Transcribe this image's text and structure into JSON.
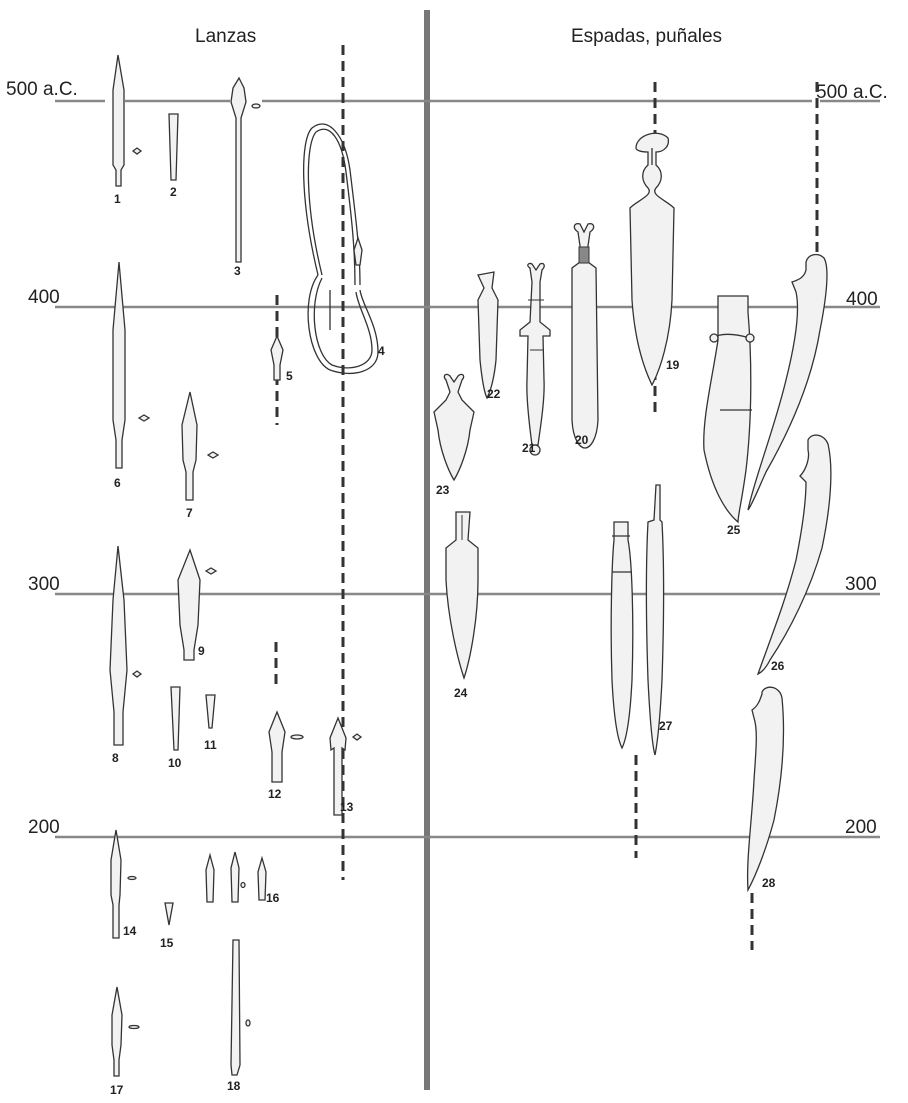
{
  "headers": {
    "left": "Lanzas",
    "right": "Espadas, puñales"
  },
  "dates": {
    "d500_left": "500 a.C.",
    "d500_right": "500 a.C.",
    "d400_left": "400",
    "d400_right": "400",
    "d300_left": "300",
    "d300_right": "300",
    "d200_left": "200",
    "d200_right": "200"
  },
  "numbers": [
    "1",
    "2",
    "3",
    "4",
    "5",
    "6",
    "7",
    "8",
    "9",
    "10",
    "11",
    "12",
    "13",
    "14",
    "15",
    "16",
    "17",
    "18",
    "19",
    "20",
    "21",
    "22",
    "23",
    "24",
    "25",
    "26",
    "27",
    "28"
  ]
}
